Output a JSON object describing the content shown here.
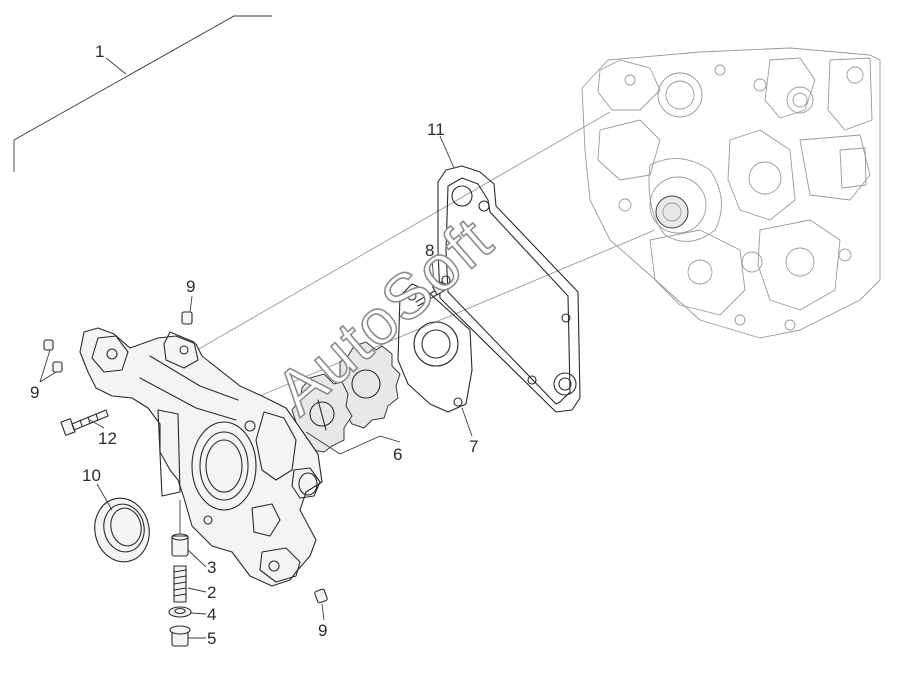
{
  "watermark": "AutoSoft",
  "callouts": {
    "c1": "1",
    "c2": "2",
    "c3": "3",
    "c4": "4",
    "c5": "5",
    "c6": "6",
    "c7": "7",
    "c8": "8",
    "c9a": "9",
    "c9b": "9",
    "c9c": "9",
    "c10": "10",
    "c11": "11",
    "c12": "12"
  }
}
